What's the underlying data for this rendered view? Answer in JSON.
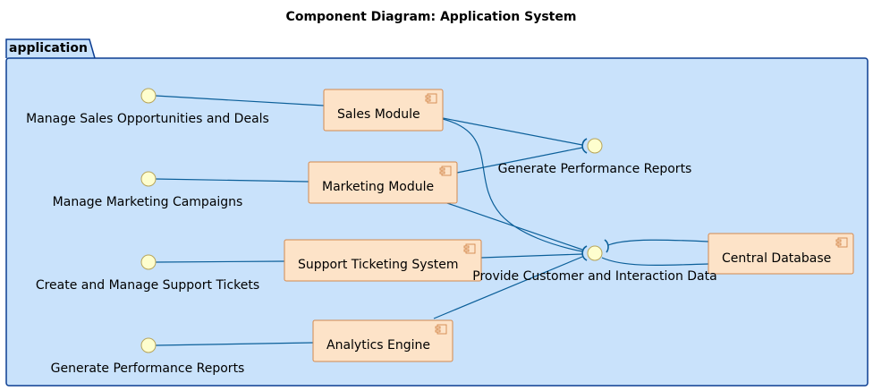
{
  "diagram": {
    "title": "Component Diagram: Application System",
    "package": {
      "name": "application"
    },
    "colors": {
      "package_fill": "#c9e2fb",
      "package_border": "#0b3d91",
      "edge": "#0b5f99",
      "component_fill": "#fde3c8",
      "component_border": "#d4894e",
      "interface_fill": "#fefece"
    },
    "provided_interfaces": [
      {
        "label": "Manage Sales Opportunities and Deals"
      },
      {
        "label": "Manage Marketing Campaigns"
      },
      {
        "label": "Create and Manage Support Tickets"
      },
      {
        "label": "Generate Performance Reports"
      }
    ],
    "components": [
      {
        "label": "Sales Module",
        "icon": "component-icon"
      },
      {
        "label": "Marketing Module",
        "icon": "component-icon"
      },
      {
        "label": "Support Ticketing System",
        "icon": "component-icon"
      },
      {
        "label": "Analytics Engine",
        "icon": "component-icon"
      },
      {
        "label": "Central Database",
        "icon": "component-icon"
      }
    ],
    "shared_interfaces": [
      {
        "label": "Generate Performance Reports"
      },
      {
        "label": "Provide Customer and Interaction Data"
      }
    ],
    "connections": [
      {
        "from": "Manage Sales Opportunities and Deals",
        "to": "Sales Module"
      },
      {
        "from": "Manage Marketing Campaigns",
        "to": "Marketing Module"
      },
      {
        "from": "Create and Manage Support Tickets",
        "to": "Support Ticketing System"
      },
      {
        "from": "Generate Performance Reports",
        "to": "Analytics Engine"
      },
      {
        "from": "Sales Module",
        "to": "Generate Performance Reports",
        "kind": "requires"
      },
      {
        "from": "Marketing Module",
        "to": "Generate Performance Reports",
        "kind": "requires"
      },
      {
        "from": "Sales Module",
        "to": "Provide Customer and Interaction Data",
        "kind": "requires"
      },
      {
        "from": "Marketing Module",
        "to": "Provide Customer and Interaction Data",
        "kind": "requires"
      },
      {
        "from": "Support Ticketing System",
        "to": "Provide Customer and Interaction Data",
        "kind": "requires"
      },
      {
        "from": "Analytics Engine",
        "to": "Provide Customer and Interaction Data",
        "kind": "requires"
      },
      {
        "from": "Central Database",
        "to": "Provide Customer and Interaction Data",
        "kind": "provides"
      }
    ]
  }
}
